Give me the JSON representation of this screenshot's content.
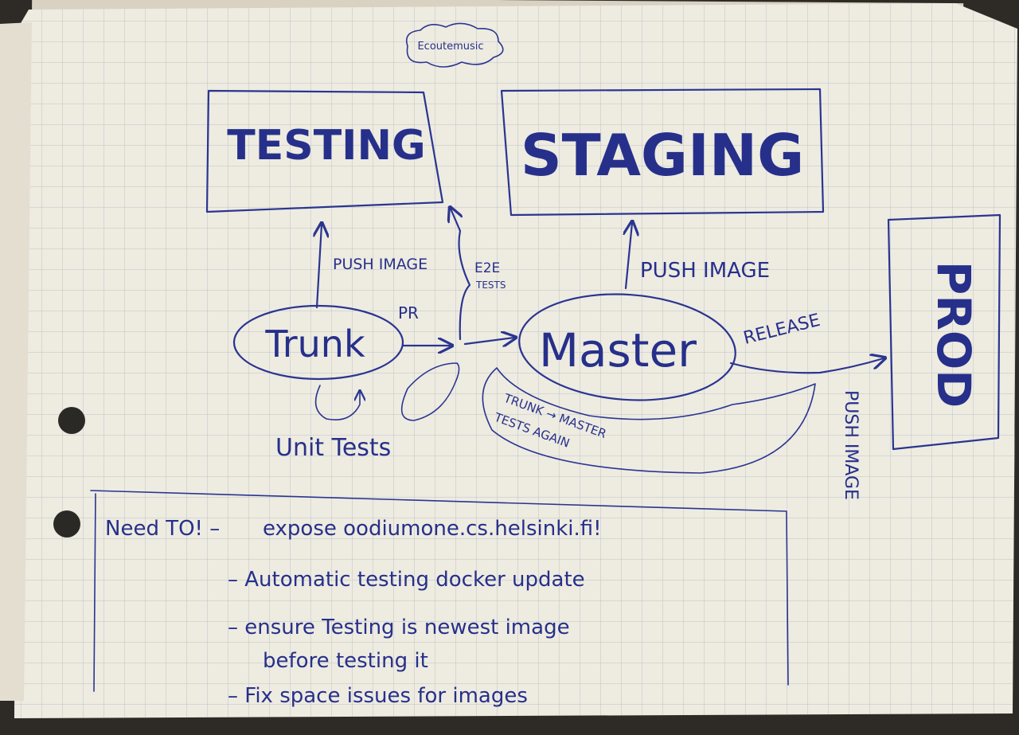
{
  "cloud_label": "Ecoutemusic",
  "nodes": {
    "testing": "TESTING",
    "staging": "STAGING",
    "prod": "PROD",
    "trunk": "Trunk",
    "master": "Master"
  },
  "edges": {
    "trunk_to_testing": "PUSH IMAGE",
    "e2e_line1": "E2E",
    "e2e_line2": "TESTS",
    "pr": "PR",
    "master_to_staging": "PUSH IMAGE",
    "release": "RELEASE",
    "prod_push": "PUSH IMAGE",
    "trunk_master_line1": "TRUNK → MASTER",
    "trunk_master_line2": "TESTS AGAIN",
    "unit_tests": "Unit Tests"
  },
  "notes": {
    "heading": "Need TO! –",
    "items": [
      "expose oodiumone.cs.helsinki.fi!",
      "– Automatic testing docker update",
      "– ensure Testing is newest image",
      "before testing it",
      "– Fix space issues for images"
    ]
  },
  "colors": {
    "ink": "#2a3590",
    "paper": "#eeebe1",
    "grid": "#b9bfc4"
  }
}
